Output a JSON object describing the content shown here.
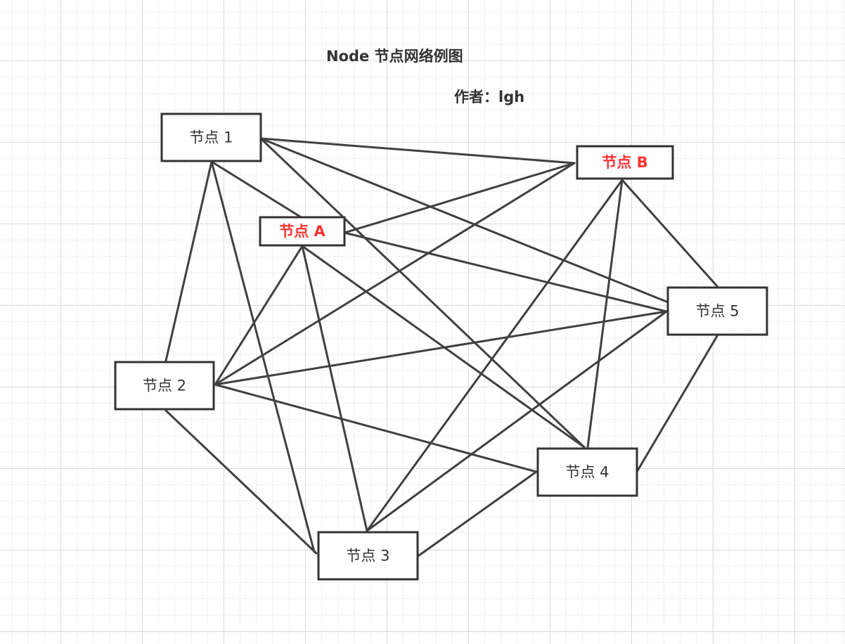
{
  "title": "Node 节点网络例图",
  "author": "作者：lgh",
  "colors": {
    "line": "#404040",
    "text": "#333333",
    "highlight": "#ff3333",
    "grid": "#dcdcdc"
  },
  "nodes": [
    {
      "id": "n1",
      "label": "节点 1",
      "highlight": false
    },
    {
      "id": "nA",
      "label": "节点 A",
      "highlight": true
    },
    {
      "id": "nB",
      "label": "节点 B",
      "highlight": true
    },
    {
      "id": "n2",
      "label": "节点 2",
      "highlight": false
    },
    {
      "id": "n3",
      "label": "节点 3",
      "highlight": false
    },
    {
      "id": "n4",
      "label": "节点 4",
      "highlight": false
    },
    {
      "id": "n5",
      "label": "节点 5",
      "highlight": false
    }
  ],
  "edges": [
    [
      "n1",
      "nB"
    ],
    [
      "n1",
      "nA"
    ],
    [
      "n1",
      "n2"
    ],
    [
      "n1",
      "n3"
    ],
    [
      "n1",
      "n4"
    ],
    [
      "n1",
      "n5"
    ],
    [
      "nA",
      "nB"
    ],
    [
      "nA",
      "n2"
    ],
    [
      "nA",
      "n3"
    ],
    [
      "nA",
      "n4"
    ],
    [
      "nA",
      "n5"
    ],
    [
      "nB",
      "n2"
    ],
    [
      "nB",
      "n3"
    ],
    [
      "nB",
      "n4"
    ],
    [
      "nB",
      "n5"
    ],
    [
      "n2",
      "n3"
    ],
    [
      "n2",
      "n4"
    ],
    [
      "n2",
      "n5"
    ],
    [
      "n3",
      "n4"
    ],
    [
      "n3",
      "n5"
    ],
    [
      "n4",
      "n5"
    ]
  ]
}
